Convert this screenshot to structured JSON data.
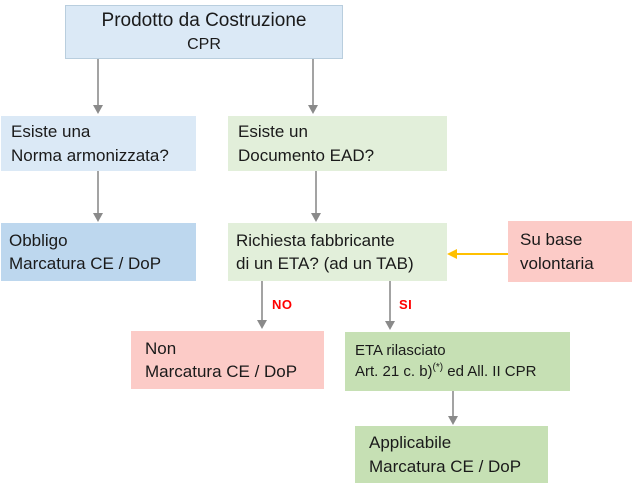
{
  "colors": {
    "light_blue": "#dbe9f6",
    "mid_blue": "#bdd7ee",
    "light_green": "#e2efda",
    "mid_green": "#c6e0b4",
    "pink": "#fccbc7",
    "label_red": "#ff0000",
    "arrow_gray": "#a3a3a3",
    "arrow_head_gray": "#8a8a8a",
    "arrow_orange": "#ffc000",
    "title_border": "#b9cede"
  },
  "flowchart": {
    "title_box": {
      "line1": "Prodotto da Costruzione",
      "line2": "CPR"
    },
    "norma_box": {
      "line1": "Esiste una",
      "line2": "Norma armonizzata?"
    },
    "ead_box": {
      "line1": "Esiste un",
      "line2": "Documento EAD?"
    },
    "obbligo_box": {
      "line1": "Obbligo",
      "line2": "Marcatura CE / DoP"
    },
    "richiesta_box": {
      "line1": "Richiesta fabbricante",
      "line2": "di un ETA? (ad un TAB)"
    },
    "su_base_box": {
      "line1": "Su base",
      "line2": "volontaria"
    },
    "non_box": {
      "line1": "Non",
      "line2": "Marcatura CE / DoP"
    },
    "eta_box": {
      "line1": "ETA rilasciato",
      "line2_pre": "Art. 21 c. b)",
      "line2_sup": "(*)",
      "line2_post": " ed All. II CPR"
    },
    "applicabile_box": {
      "line1": "Applicabile",
      "line2": "Marcatura CE / DoP"
    },
    "branch_labels": {
      "no": "NO",
      "si": "SI"
    }
  }
}
